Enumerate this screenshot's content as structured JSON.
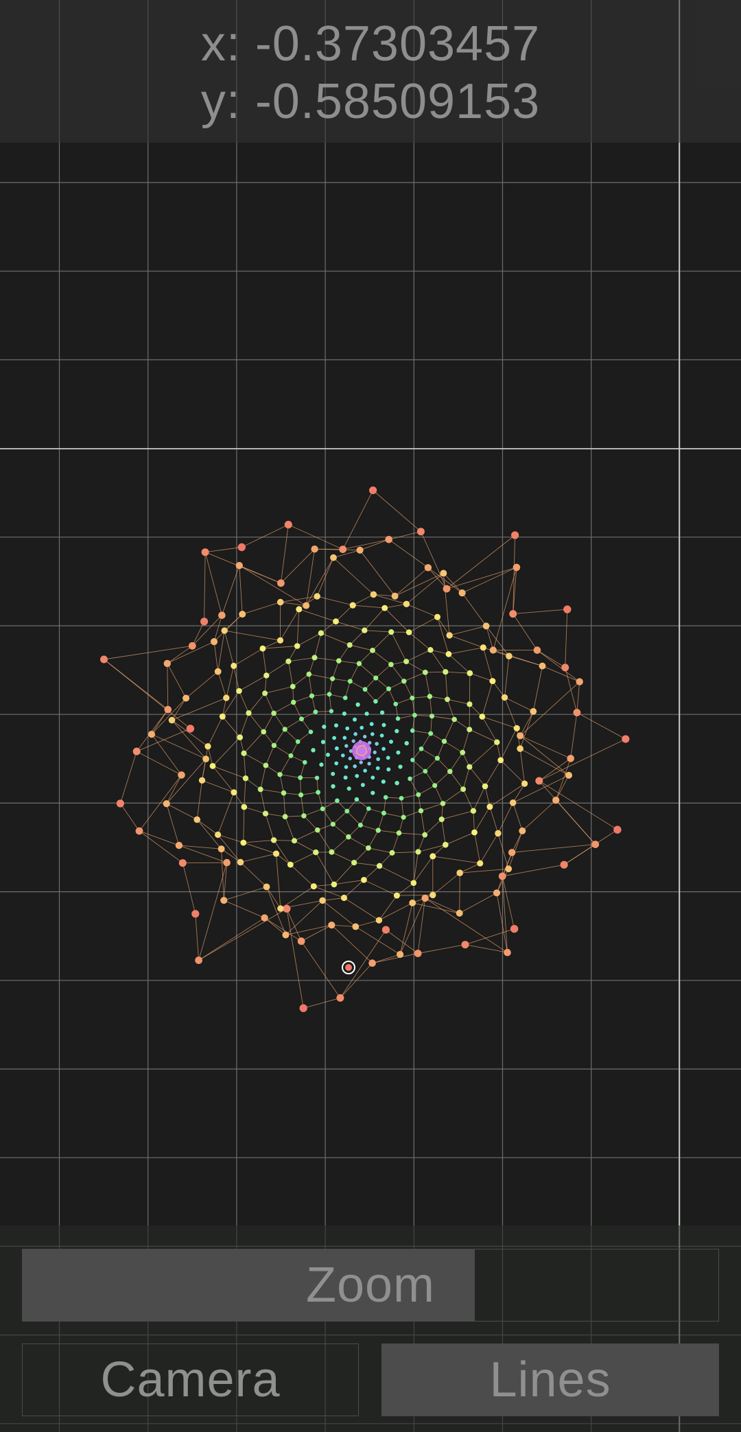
{
  "readout": {
    "x_text": "x: -0.37303457",
    "y_text": "y: -0.58509153"
  },
  "controls": {
    "zoom": {
      "label": "Zoom",
      "value": 0.65
    },
    "camera": {
      "label": "Camera",
      "active": false
    },
    "lines": {
      "label": "Lines",
      "active": true
    }
  },
  "colors": {
    "background": "#1b1c1b",
    "grid": "#6e6f6e",
    "axis": "#d8d8d8",
    "spiral_outer": "#f07868",
    "spiral_mid": "#f9f07a",
    "spiral_inner": "#86f088",
    "spiral_core": "#62e6e6",
    "spiral_center": "#c87af0",
    "line": "#e8a070",
    "cursor_ring": "#ffffff"
  }
}
